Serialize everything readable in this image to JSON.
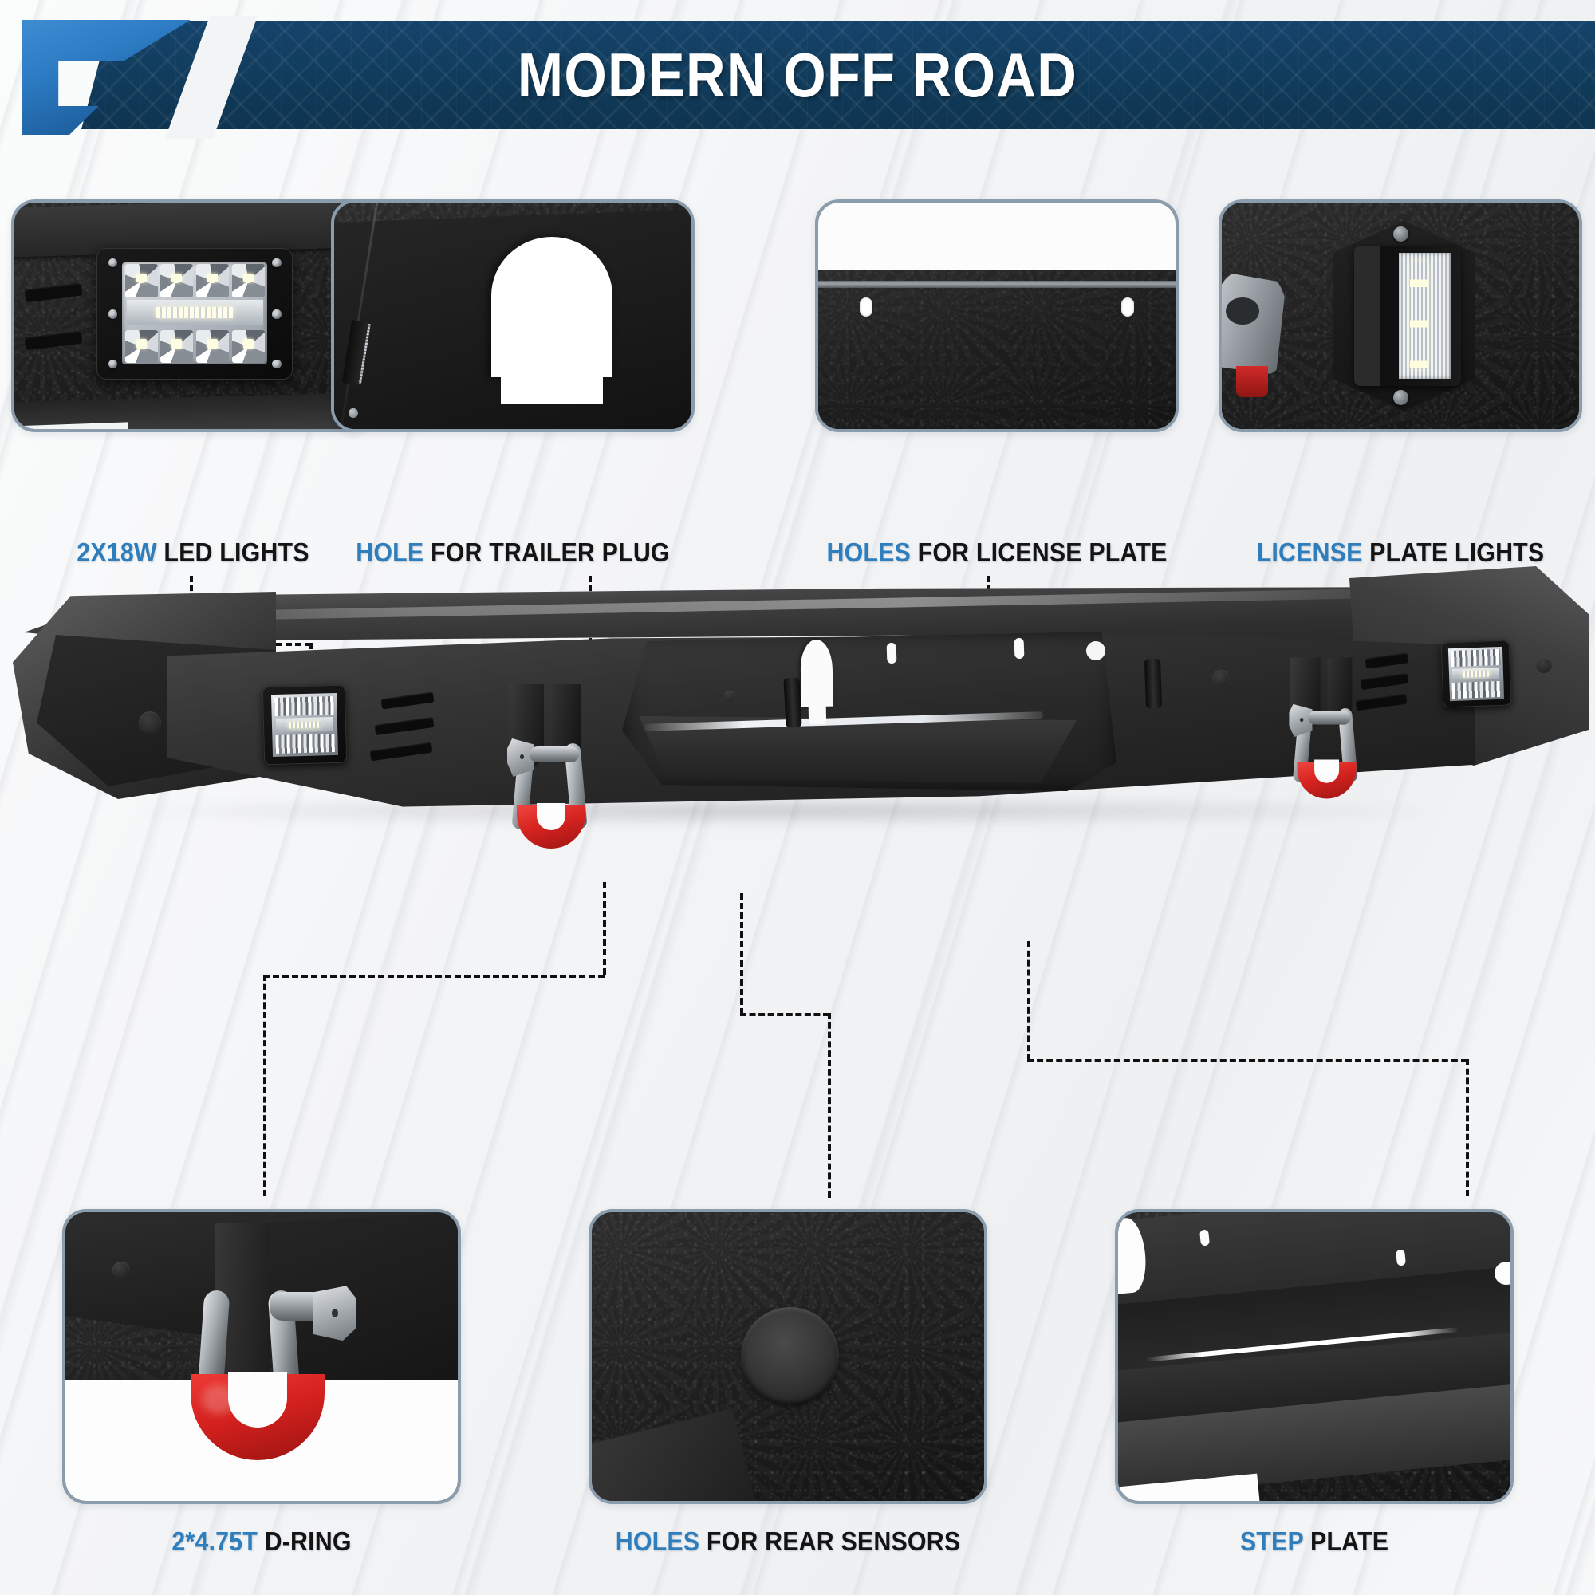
{
  "header": {
    "title": "MODERN OFF ROAD",
    "logo_icon": "chevron-arrow-logo",
    "banner_color": "#11405f",
    "accent_color": "#2e7ebd"
  },
  "colors": {
    "accent_blue": "#2e7ebd",
    "caption_black": "#141414",
    "card_border": "#8b9dac",
    "d_ring_red": "#d4211e",
    "background": "#f3f4f6"
  },
  "features_top": [
    {
      "id": "led-lights",
      "highlight": "2X18W",
      "rest": " LED LIGHTS",
      "icon": "led-light-pod-icon"
    },
    {
      "id": "trailer-plug",
      "highlight": "HOLE",
      "rest": " FOR TRAILER PLUG",
      "icon": "keyhole-cutout-icon"
    },
    {
      "id": "license-plate-holes",
      "highlight": "HOLES",
      "rest": " FOR LICENSE PLATE",
      "icon": "plate-mount-holes-icon"
    },
    {
      "id": "license-plate-lights",
      "highlight": "LICENSE",
      "rest": " PLATE LIGHTS",
      "icon": "plate-light-housing-icon"
    }
  ],
  "features_bottom": [
    {
      "id": "d-ring",
      "highlight": "2*4.75T",
      "rest": " D-RING",
      "icon": "d-ring-shackle-icon"
    },
    {
      "id": "rear-sensors",
      "highlight": "HOLES",
      "rest": " FOR REAR SENSORS",
      "icon": "sensor-hole-icon"
    },
    {
      "id": "step-plate",
      "highlight": "STEP",
      "rest": " PLATE",
      "icon": "step-plate-icon"
    }
  ],
  "product": {
    "name": "rear-off-road-bumper",
    "alt": "Textured black steel rear bumper with LED pods, D-ring shackles and step plate"
  }
}
